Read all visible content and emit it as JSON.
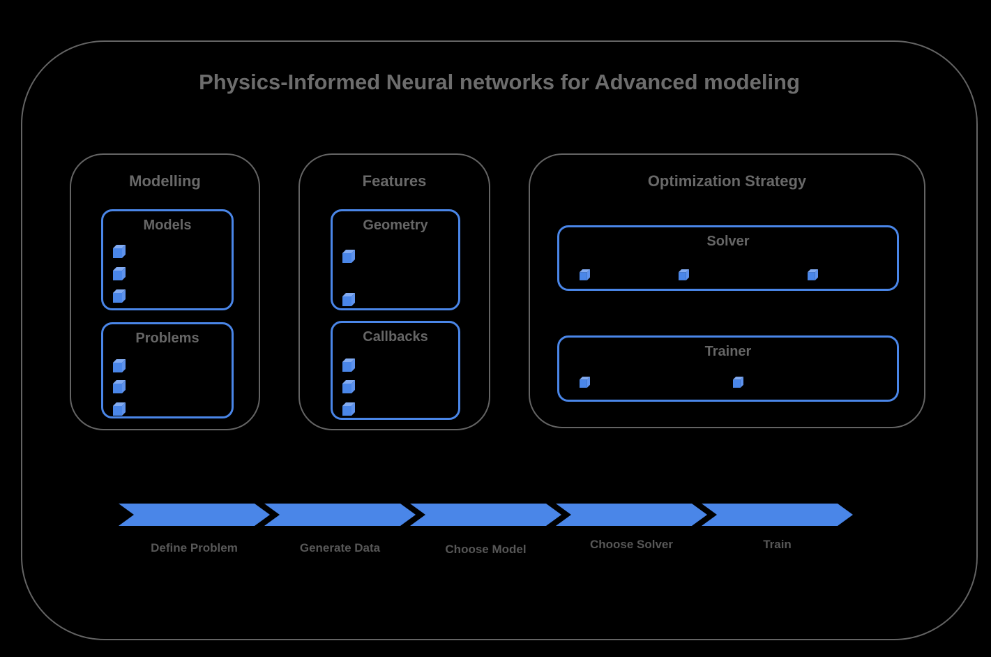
{
  "title": "Physics-Informed Neural networks for Advanced modeling",
  "colors": {
    "background": "#000000",
    "frame_gray": "#646464",
    "title_gray": "#6d6d6d",
    "section_title_gray": "#696969",
    "box_title_gray": "#666666",
    "flow_label_gray": "#575757",
    "blue": "#4a86e8",
    "cube_top_blue": "#82abf2",
    "cube_side_blue": "#5e92ec"
  },
  "sections": [
    {
      "id": "modelling",
      "title": "Modelling",
      "boxes": [
        {
          "id": "models",
          "title": "Models",
          "bullets": 3
        },
        {
          "id": "problems",
          "title": "Problems",
          "bullets": 3
        }
      ]
    },
    {
      "id": "features",
      "title": "Features",
      "boxes": [
        {
          "id": "geometry",
          "title": "Geometry",
          "bullets": 2
        },
        {
          "id": "callbacks",
          "title": "Callbacks",
          "bullets": 3
        }
      ]
    },
    {
      "id": "optimization",
      "title": "Optimization Strategy",
      "boxes": [
        {
          "id": "solver",
          "title": "Solver",
          "bullets": 3
        },
        {
          "id": "trainer",
          "title": "Trainer",
          "bullets": 2
        }
      ]
    }
  ],
  "flow_steps": [
    "Define Problem",
    "Generate Data",
    "Choose Model",
    "Choose Solver",
    "Train"
  ]
}
